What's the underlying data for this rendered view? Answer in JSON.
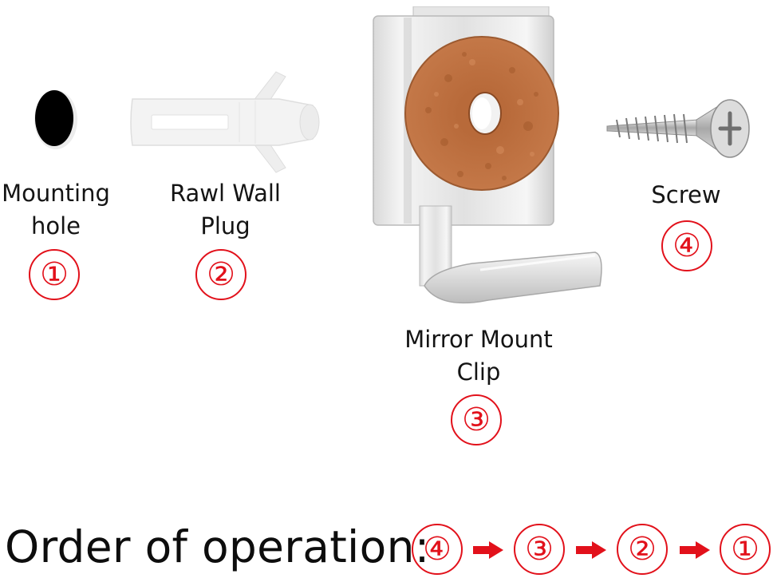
{
  "items": [
    {
      "label_lines": [
        "Mounting",
        "hole"
      ],
      "number": "①"
    },
    {
      "label_lines": [
        "Rawl Wall",
        "Plug"
      ],
      "number": "②"
    },
    {
      "label_lines": [
        "Mirror Mount",
        "Clip"
      ],
      "number": "③"
    },
    {
      "label_lines": [
        "Screw"
      ],
      "number": "④"
    }
  ],
  "order": {
    "title": "Order of operation:",
    "sequence": [
      "④",
      "③",
      "②",
      "①"
    ]
  },
  "colors": {
    "accent_red": "#e2111b",
    "text": "#141414",
    "background": "#ffffff"
  }
}
